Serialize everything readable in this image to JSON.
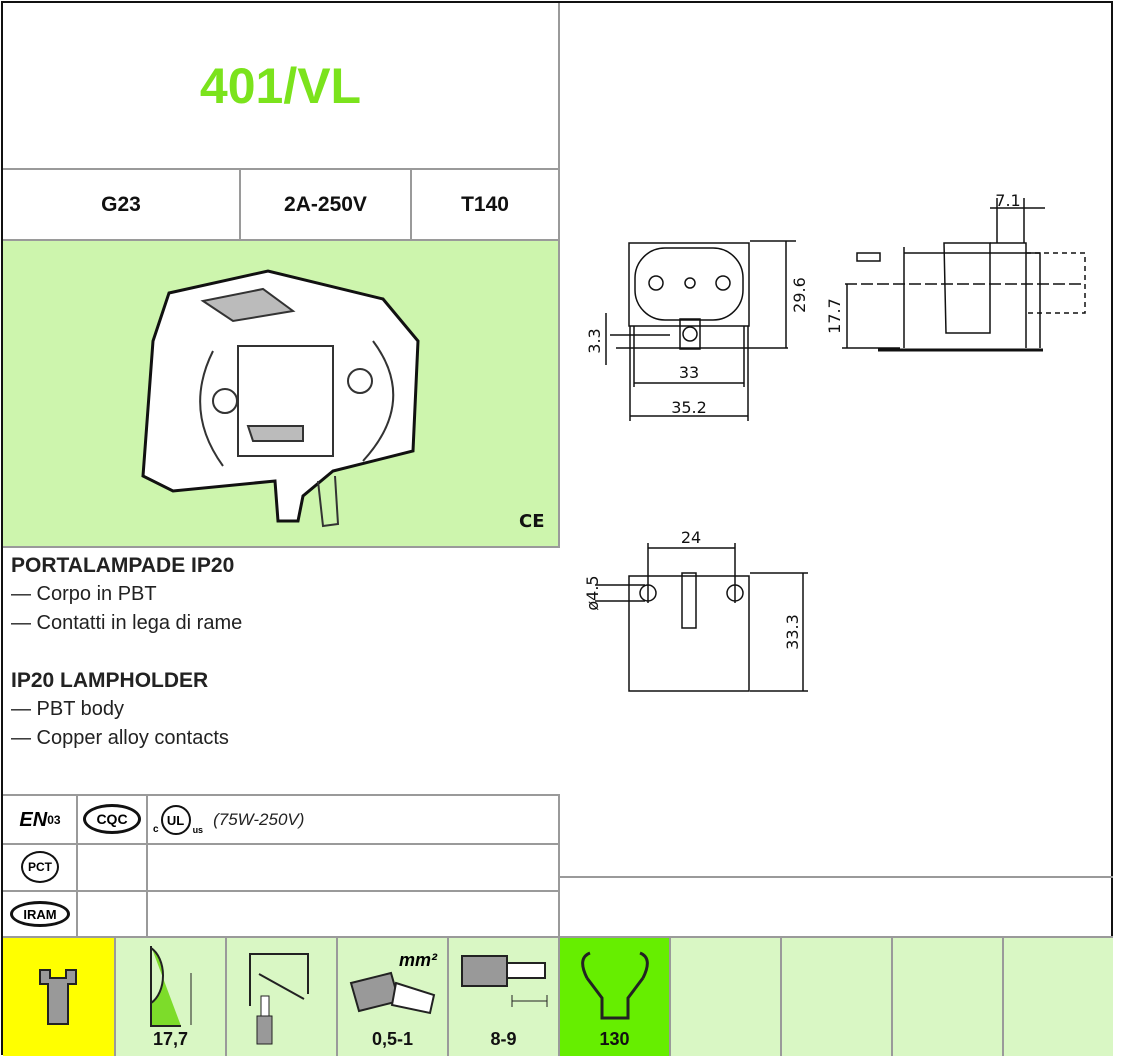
{
  "product": {
    "code": "401/VL",
    "color": "#7be31c"
  },
  "specs": [
    {
      "label": "G23"
    },
    {
      "label": "2A-250V"
    },
    {
      "label": "T140"
    }
  ],
  "ce_mark": "CE",
  "description": {
    "it": {
      "heading": "PORTALAMPADE IP20",
      "items": [
        "— Corpo in PBT",
        "— Contatti in lega di rame"
      ]
    },
    "en": {
      "heading": "IP20 LAMPHOLDER",
      "items": [
        "— PBT body",
        "— Copper alloy contacts"
      ]
    }
  },
  "certifications": {
    "row1": {
      "enec": "03",
      "cqc": "CQC",
      "ul": "UL",
      "ul_c": "c",
      "ul_us": "us",
      "rating": "(75W-250V)"
    },
    "row2": {
      "gost": "PCT"
    },
    "row3": {
      "iram": "IRAM"
    }
  },
  "drawings": {
    "front": {
      "height": "29.6",
      "offset": "3.3",
      "inner_width": "33",
      "outer_width": "35.2"
    },
    "side": {
      "depth": "7.1",
      "axis_height": "17.7"
    },
    "bottom": {
      "hole_spacing": "24",
      "hole_diameter": "ø4.5",
      "height": "33.3"
    }
  },
  "bottom_row": [
    {
      "icon": "screw-terminal-icon",
      "label": ""
    },
    {
      "icon": "mounting-height-icon",
      "label": "17,7"
    },
    {
      "icon": "push-wire-icon",
      "label": ""
    },
    {
      "icon": "wire-section-icon",
      "unit": "mm²",
      "label": "0,5-1"
    },
    {
      "icon": "strip-length-icon",
      "label": "8-9"
    },
    {
      "icon": "lamp-clip-icon",
      "label": "130"
    }
  ],
  "colors": {
    "yellow": "#ffff00",
    "bright_green": "#66ee00",
    "light_green": "#d9f7c4",
    "photo_bg": "#cdf5ad"
  }
}
